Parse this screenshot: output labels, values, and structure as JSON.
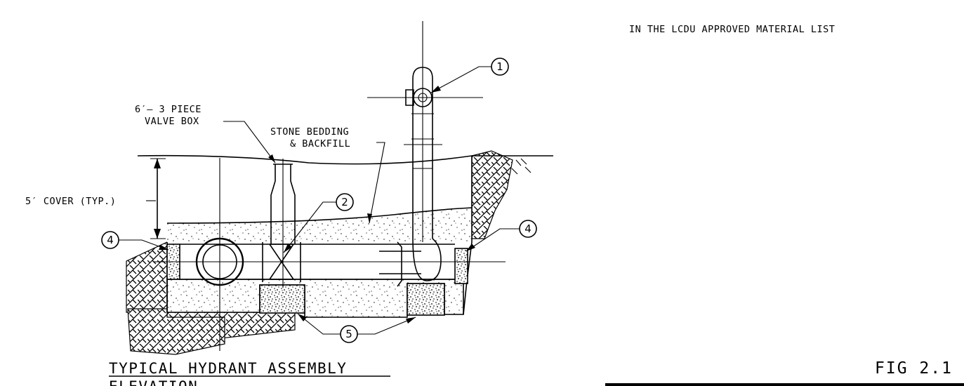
{
  "header_note": "IN THE LCDU APPROVED MATERIAL LIST",
  "labels": {
    "valve_box_line1": "6′– 3 PIECE",
    "valve_box_line2": "VALVE BOX",
    "stone_line1": "STONE BEDDING",
    "stone_line2": "& BACKFILL",
    "cover": "5′ COVER (TYP.)"
  },
  "callouts": [
    "1",
    "2",
    "4",
    "4",
    "5"
  ],
  "title_line1": "TYPICAL HYDRANT ASSEMBLY",
  "title_line2": "ELEVATION",
  "fig_label": "FIG 2.1",
  "colors": {
    "ink": "#000000",
    "paper": "#ffffff"
  }
}
